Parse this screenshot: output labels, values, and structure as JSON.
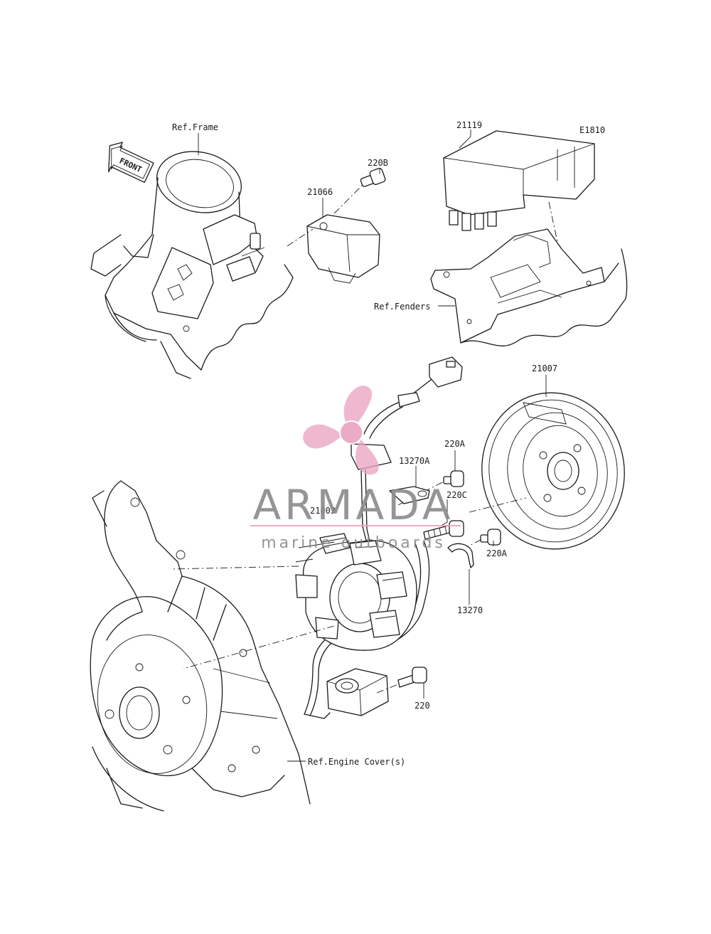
{
  "diagram": {
    "code": "E1810",
    "refs": {
      "frame": "Ref.Frame",
      "fenders": "Ref.Fenders",
      "engine_cover": "Ref.Engine Cover(s)"
    },
    "front_arrow": "FRONT",
    "parts": {
      "p21119": "21119",
      "p220B": "220B",
      "p21066": "21066",
      "p21007": "21007",
      "p220A_top": "220A",
      "p13270A": "13270A",
      "p220C": "220C",
      "p21003": "21003",
      "p220A_right": "220A",
      "p13270": "13270",
      "p220": "220"
    }
  },
  "watermark": {
    "brand": "ARMADA",
    "tagline": "marine outboards",
    "colors": {
      "text": "#8a8a8a",
      "accent": "#e9a3c0"
    }
  }
}
